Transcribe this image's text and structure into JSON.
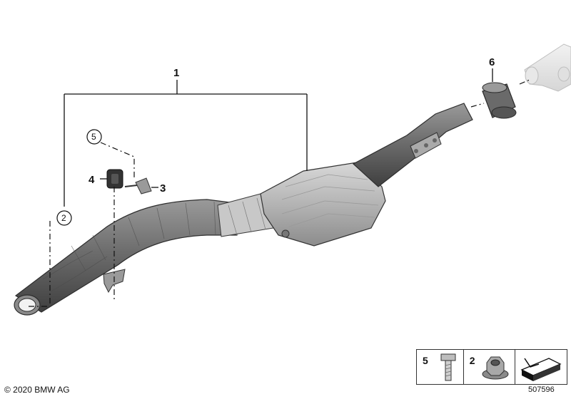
{
  "callouts": {
    "c1": "1",
    "c2": "2",
    "c3": "3",
    "c4": "4",
    "c5": "5",
    "c6": "6"
  },
  "footer": {
    "copyright": "© 2020 BMW AG",
    "diagram_id": "507596"
  },
  "legend": {
    "items": [
      {
        "number": "5",
        "icon": "hex-bolt-icon"
      },
      {
        "number": "2",
        "icon": "flange-nut-icon"
      },
      {
        "number": "",
        "icon": "mounting-direction-icon"
      }
    ]
  }
}
